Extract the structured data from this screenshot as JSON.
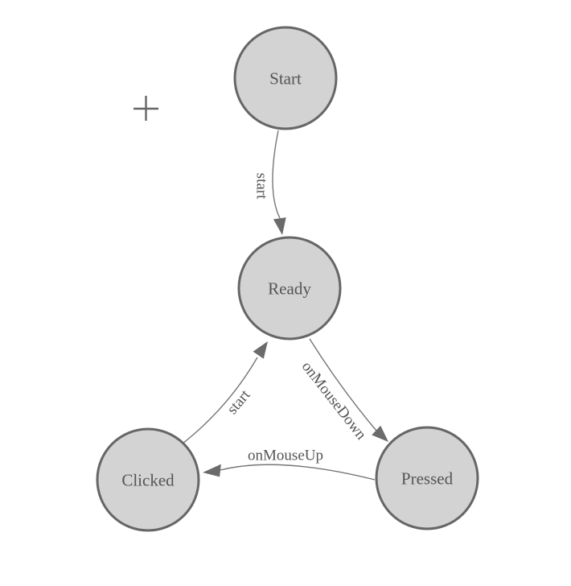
{
  "diagram": {
    "type": "state-machine",
    "nodes": [
      {
        "id": "start",
        "label": "Start"
      },
      {
        "id": "ready",
        "label": "Ready"
      },
      {
        "id": "clicked",
        "label": "Clicked"
      },
      {
        "id": "pressed",
        "label": "Pressed"
      }
    ],
    "edges": [
      {
        "from": "start",
        "to": "ready",
        "label": "start"
      },
      {
        "from": "ready",
        "to": "pressed",
        "label": "onMouseDown"
      },
      {
        "from": "pressed",
        "to": "clicked",
        "label": "onMouseUp"
      },
      {
        "from": "clicked",
        "to": "ready",
        "label": "start"
      }
    ],
    "colors": {
      "node_fill": "#d3d3d3",
      "node_stroke": "#666666",
      "edge_stroke": "#757575",
      "arrow_fill": "#6b6b6b",
      "label_text": "#555555",
      "background": "#ffffff"
    }
  }
}
